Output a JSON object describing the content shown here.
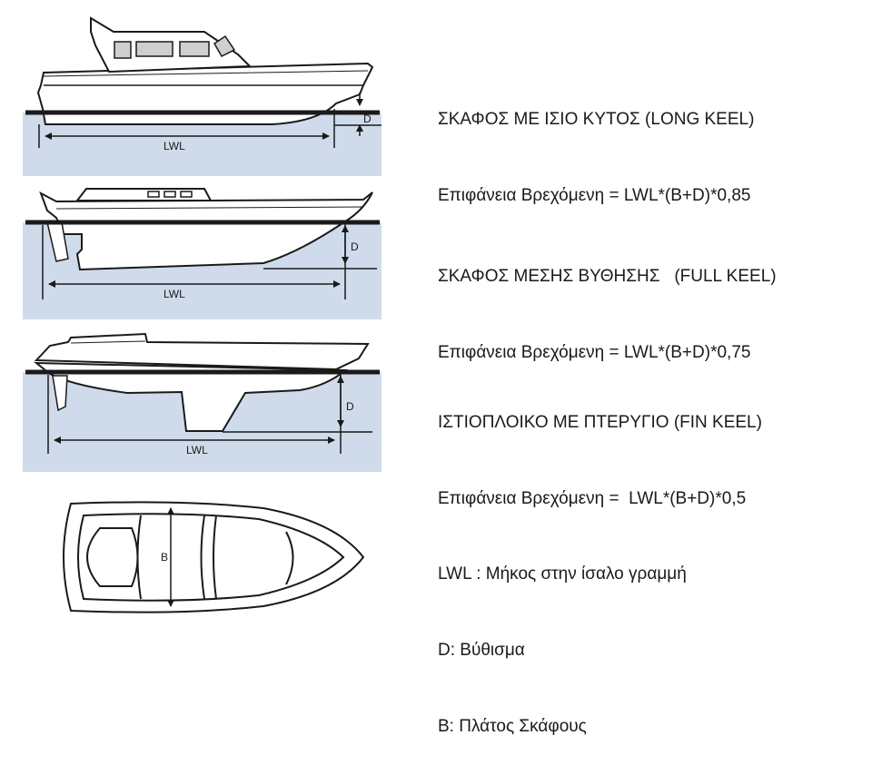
{
  "colors": {
    "water": "#cfdbea",
    "line": "#1a1a1a",
    "hull_fill": "#ffffff",
    "window": "#cfcfcf"
  },
  "panels": [
    {
      "id": "long-keel",
      "title": "ΣΚΑΦΟΣ ΜΕ ΙΣΙΟ ΚΥΤΟΣ (LONG KEEL)",
      "formula": "Επιφάνεια Βρεχόμενη = LWL*(B+D)*0,85",
      "lwl_label": "LWL",
      "d_label": "D"
    },
    {
      "id": "full-keel",
      "title": "ΣΚΑΦΟΣ ΜΕΣΗΣ ΒΥΘΗΣΗΣ   (FULL KEEL)",
      "formula": "Επιφάνεια Βρεχόμενη = LWL*(B+D)*0,75",
      "lwl_label": "LWL",
      "d_label": "D"
    },
    {
      "id": "fin-keel",
      "title": "ΙΣΤΙΟΠΛΟΙΚΟ ΜΕ ΠΤΕΡΥΓΙΟ (FIN KEEL)",
      "formula": "Επιφάνεια Βρεχόμενη =  LWL*(B+D)*0,5",
      "lwl_label": "LWL",
      "d_label": "D"
    }
  ],
  "plan_view": {
    "b_label": "B"
  },
  "legend": [
    "LWL : Μήκος στην ίσαλο γραμμή",
    "D: Βύθισμα",
    "B: Πλάτος Σκάφους"
  ]
}
